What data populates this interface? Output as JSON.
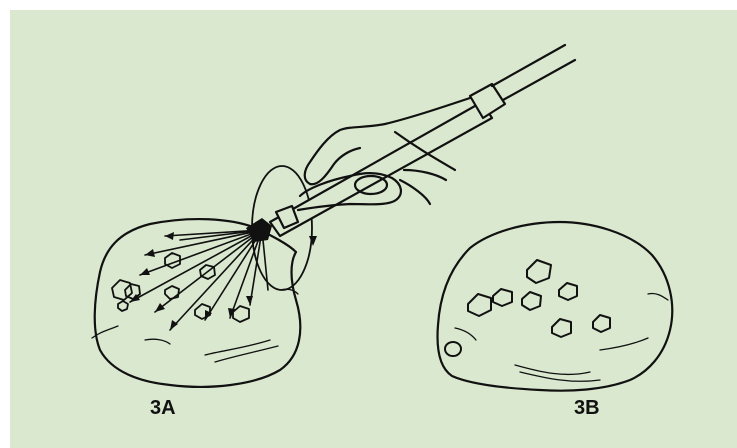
{
  "figure": {
    "panel_color": "#d9e8cf",
    "line_color": "#111111",
    "labels": {
      "left": "3A",
      "right": "3B"
    },
    "elements": {
      "left": [
        "organ-outline",
        "electrode-probe",
        "hand",
        "rotation-arrow",
        "radiating-needles",
        "crystals"
      ],
      "right": [
        "organ-outline",
        "crystals"
      ]
    }
  }
}
